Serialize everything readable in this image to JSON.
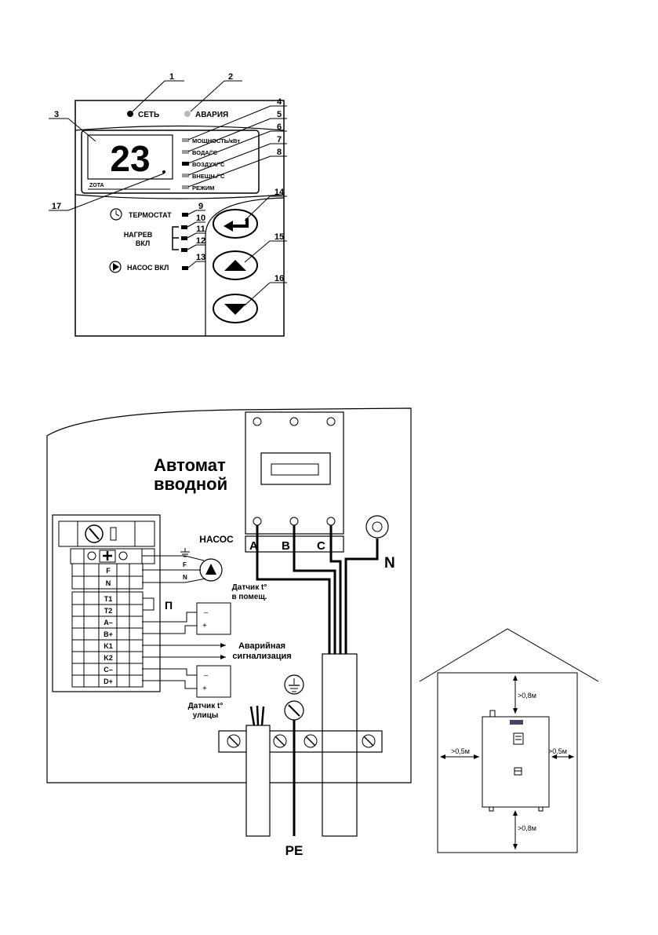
{
  "panel": {
    "indicator_power": "СЕТЬ",
    "indicator_alarm": "АВАРИЯ",
    "display_value": "23",
    "logo": "ZOTA",
    "modes": [
      "МОЩНОСТЬ/кВт",
      "ВОДА/°C",
      "ВОЗДУХ/°C",
      "ВНЕШН./°C",
      "РЕЖИМ"
    ],
    "thermostat": "ТЕРМОСТАТ",
    "heating_line1": "НАГРЕВ",
    "heating_line2": "ВКЛ",
    "pump_on": "НАСОС  ВКЛ",
    "callouts": [
      "1",
      "2",
      "3",
      "4",
      "5",
      "6",
      "7",
      "8",
      "9",
      "10",
      "11",
      "12",
      "13",
      "14",
      "15",
      "16",
      "17"
    ]
  },
  "wiring": {
    "breaker_line1": "Автомат",
    "breaker_line2": "вводной",
    "pump_label": "НАСОС",
    "phases": [
      "A",
      "B",
      "C"
    ],
    "neutral": "N",
    "pe": "PE",
    "pump_wire_f": "F",
    "pump_wire_n": "N",
    "terminal_rows": [
      "F",
      "N",
      "T1",
      "T2",
      "A–",
      "B+",
      "K1",
      "K2",
      "C–",
      "D+"
    ],
    "jumper_label": "П",
    "room_sensor_line1": "Датчик t°",
    "room_sensor_line2": "в помещ.",
    "alarm_line1": "Аварийная",
    "alarm_line2": "сигнализация",
    "street_sensor_line1": "Датчик t°",
    "street_sensor_line2": "улицы",
    "sensor_minus": "–",
    "sensor_plus": "+"
  },
  "clearance": {
    "top": ">0,8м",
    "bottom": ">0,8м",
    "left": ">0,5м",
    "right": ">0,5м"
  }
}
